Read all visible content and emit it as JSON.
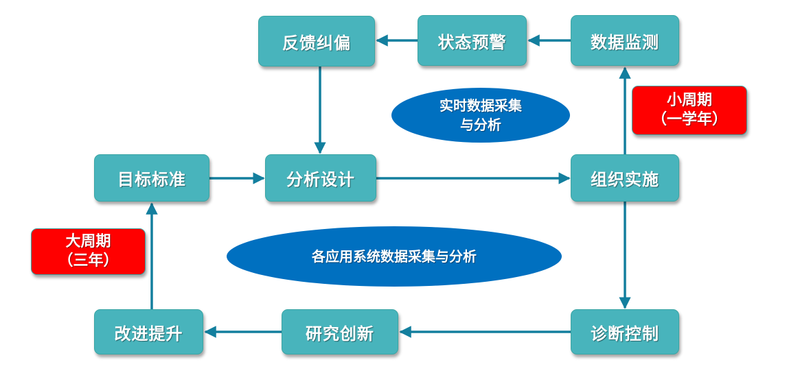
{
  "colors": {
    "box_fill": "#48b4bc",
    "arrow": "#137f9e",
    "cycle_badge": "#ff0000",
    "ellipse_fill": "#0070c0",
    "text": "#ffffff"
  },
  "nodes": {
    "feedback": "反馈纠偏",
    "warning": "状态预警",
    "monitoring": "数据监测",
    "target": "目标标准",
    "analysis_design": "分析设计",
    "implementation": "组织实施",
    "diagnosis": "诊断控制",
    "research": "研究创新",
    "improvement": "改进提升"
  },
  "badges": {
    "small_cycle": {
      "line1": "小周期",
      "line2": "（一学年）"
    },
    "big_cycle": {
      "line1": "大周期",
      "line2": "（三年）"
    }
  },
  "ellipses": {
    "realtime": {
      "line1": "实时数据采集",
      "line2": "与分析"
    },
    "systems": {
      "line1": "各应用系统数据采集与分析"
    }
  },
  "flows": [
    [
      "目标标准",
      "分析设计"
    ],
    [
      "分析设计",
      "组织实施"
    ],
    [
      "组织实施",
      "数据监测"
    ],
    [
      "数据监测",
      "状态预警"
    ],
    [
      "状态预警",
      "反馈纠偏"
    ],
    [
      "反馈纠偏",
      "分析设计"
    ],
    [
      "组织实施",
      "诊断控制"
    ],
    [
      "诊断控制",
      "研究创新"
    ],
    [
      "研究创新",
      "改进提升"
    ],
    [
      "改进提升",
      "目标标准"
    ]
  ]
}
